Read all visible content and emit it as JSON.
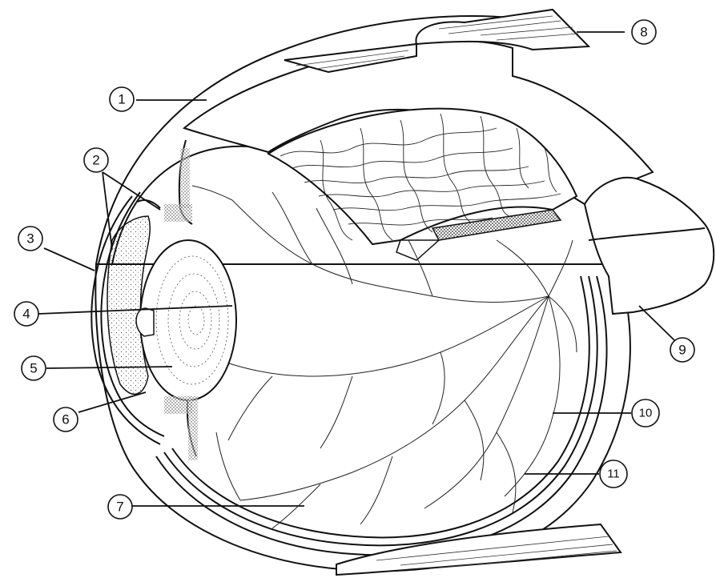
{
  "colors": {
    "ink": "#111111",
    "paper": "#ffffff",
    "stipple": "#444444"
  },
  "labels": [
    {
      "id": "1",
      "text": "1"
    },
    {
      "id": "2",
      "text": "2"
    },
    {
      "id": "3",
      "text": "3"
    },
    {
      "id": "4",
      "text": "4"
    },
    {
      "id": "5",
      "text": "5"
    },
    {
      "id": "6",
      "text": "6"
    },
    {
      "id": "7",
      "text": "7"
    },
    {
      "id": "8",
      "text": "8"
    },
    {
      "id": "9",
      "text": "9"
    },
    {
      "id": "10",
      "text": "10"
    },
    {
      "id": "11",
      "text": "11"
    }
  ]
}
